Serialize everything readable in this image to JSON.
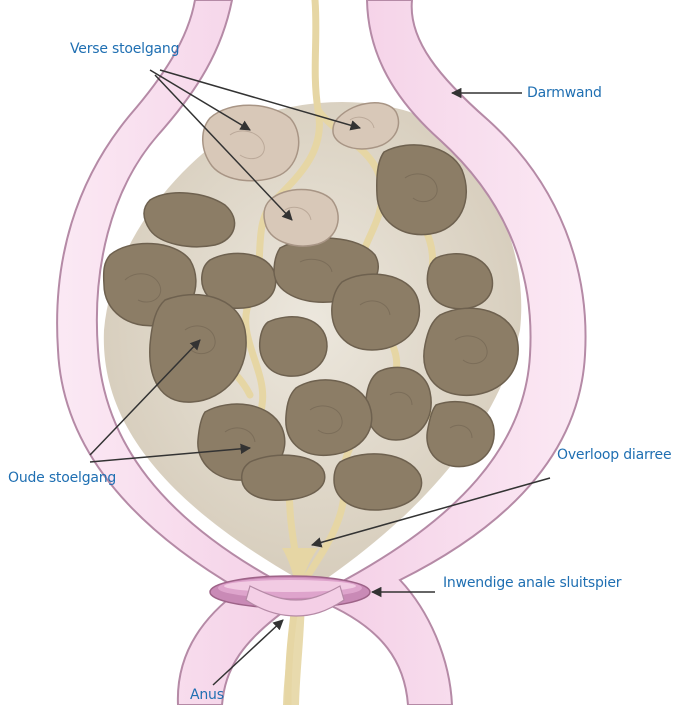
{
  "labels": {
    "fresh_stool": "Verse stoelgang",
    "bowel_wall": "Darmwand",
    "old_stool": "Oude stoelgang",
    "overflow_diarrhea": "Overloop diarree",
    "internal_anal_sphincter": "Inwendige anale sluitspier",
    "anus": "Anus"
  },
  "colors": {
    "label_text": "#1f6fb2",
    "wall_outline": "#b58aa6",
    "wall_fill": "#f7dcee",
    "cavity_fill": "#ddd5c6",
    "old_stool": "#8c7d66",
    "fresh_stool": "#d8c8b8",
    "liquid_channel": "#e6d6a4",
    "sphincter": "#dea4cc",
    "arrow": "#333333"
  }
}
